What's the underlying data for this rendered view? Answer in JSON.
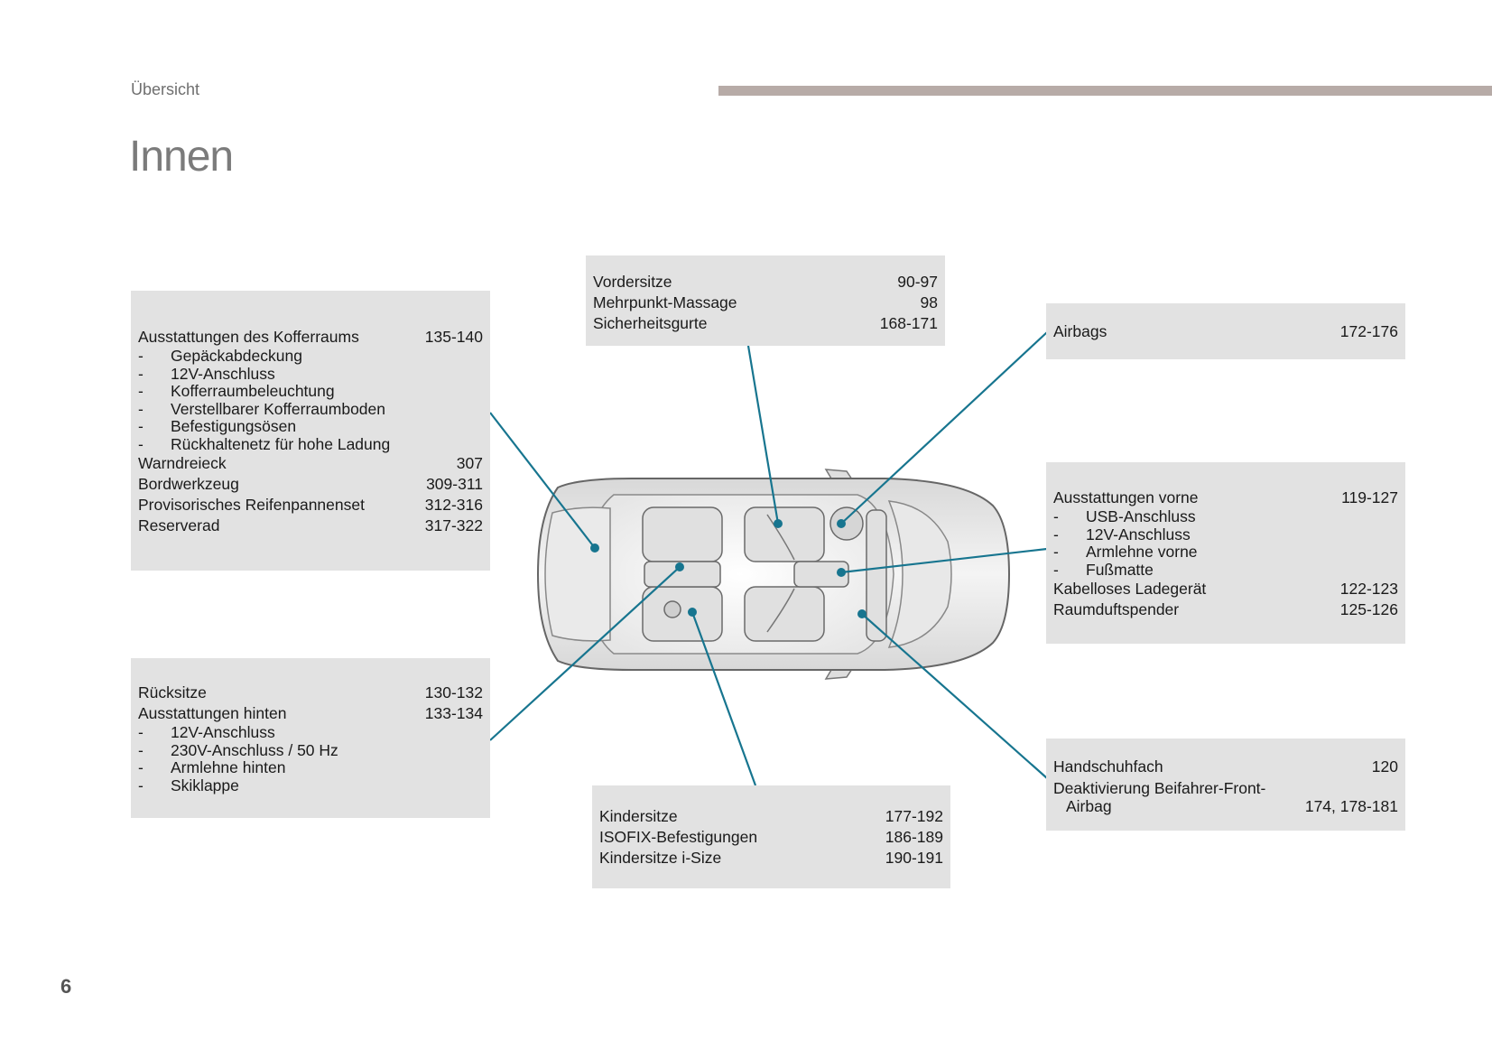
{
  "header": {
    "section": "Übersicht",
    "title": "Innen"
  },
  "page_number": "6",
  "colors": {
    "accent": "#17758f",
    "box_bg": "#e2e2e2",
    "header_bar": "#b7aba7"
  },
  "boxes": {
    "trunk": {
      "rows": [
        {
          "label": "Ausstattungen des Kofferraums",
          "pages": "135-140"
        }
      ],
      "sub": [
        "Gepäckabdeckung",
        "12V-Anschluss",
        "Kofferraumbeleuchtung",
        "Verstellbarer Kofferraumboden",
        "Befestigungsösen",
        "Rückhaltenetz für hohe Ladung"
      ],
      "rows2": [
        {
          "label": "Warndreieck",
          "pages": "307"
        },
        {
          "label": "Bordwerkzeug",
          "pages": "309-311"
        },
        {
          "label": "Provisorisches Reifenpannenset",
          "pages": "312-316"
        },
        {
          "label": "Reserverad",
          "pages": "317-322"
        }
      ]
    },
    "front_seats": {
      "rows": [
        {
          "label": "Vordersitze",
          "pages": "90-97"
        },
        {
          "label": "Mehrpunkt-Massage",
          "pages": "98"
        },
        {
          "label": "Sicherheitsgurte",
          "pages": "168-171"
        }
      ]
    },
    "airbags": {
      "rows": [
        {
          "label": "Airbags",
          "pages": "172-176"
        }
      ]
    },
    "front_equipment": {
      "rows": [
        {
          "label": "Ausstattungen vorne",
          "pages": "119-127"
        }
      ],
      "sub": [
        "USB-Anschluss",
        "12V-Anschluss",
        "Armlehne vorne",
        "Fußmatte"
      ],
      "rows2": [
        {
          "label": "Kabelloses Ladegerät",
          "pages": "122-123"
        },
        {
          "label": "Raumduftspender",
          "pages": "125-126"
        }
      ]
    },
    "rear_seats": {
      "rows": [
        {
          "label": "Rücksitze",
          "pages": "130-132"
        },
        {
          "label": "Ausstattungen hinten",
          "pages": "133-134"
        }
      ],
      "sub": [
        "12V-Anschluss",
        "230V-Anschluss / 50 Hz",
        "Armlehne hinten",
        "Skiklappe"
      ]
    },
    "child_seats": {
      "rows": [
        {
          "label": "Kindersitze",
          "pages": "177-192"
        },
        {
          "label": "ISOFIX-Befestigungen",
          "pages": "186-189"
        },
        {
          "label": "Kindersitze i-Size",
          "pages": "190-191"
        }
      ]
    },
    "glovebox": {
      "rows": [
        {
          "label": "Handschuhfach",
          "pages": "120"
        }
      ],
      "wrap": {
        "line1": "Deaktivierung Beifahrer-Front-",
        "line2": "Airbag",
        "pages": "174, 178-181"
      }
    }
  }
}
